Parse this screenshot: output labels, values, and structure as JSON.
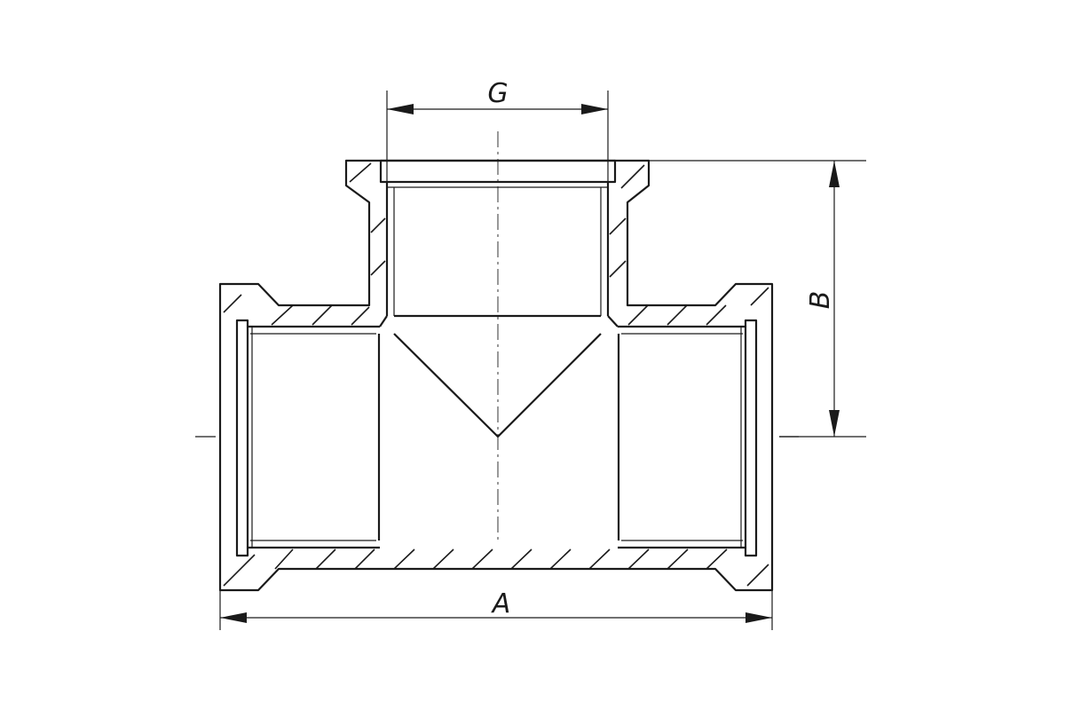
{
  "drawing": {
    "dimensions": {
      "a_label": "A",
      "b_label": "B",
      "g_label": "G"
    },
    "colors": {
      "line": "#1a1a1a",
      "background": "#ffffff"
    }
  }
}
